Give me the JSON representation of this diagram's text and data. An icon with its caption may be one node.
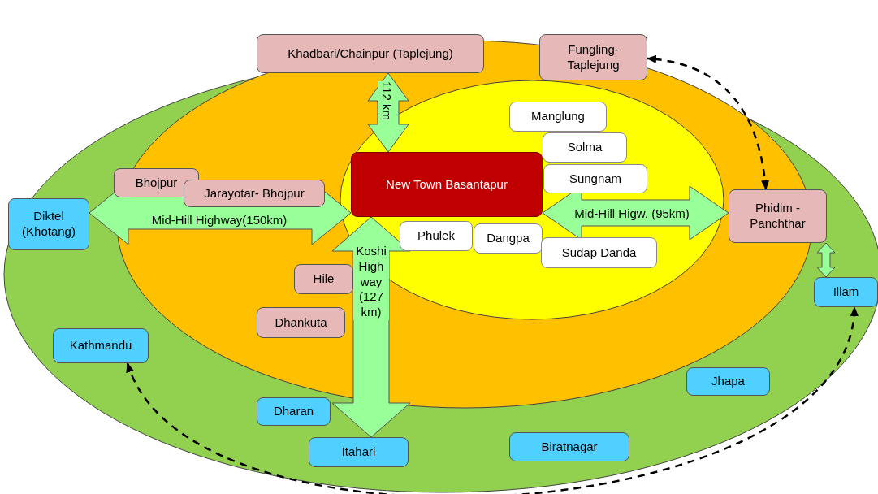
{
  "diagram": {
    "nodes": [
      {
        "text": [
          "Khadbari/Chainpur (Taplejung)"
        ]
      },
      {
        "text": [
          "Fungling- Taplejung"
        ]
      },
      {
        "text": [
          "Manglung"
        ]
      },
      {
        "text": [
          "Solma"
        ]
      },
      {
        "text": [
          "Bhojpur"
        ]
      },
      {
        "text": [
          "New Town Basantapur"
        ]
      },
      {
        "text": [
          "Sungnam"
        ]
      },
      {
        "text": [
          "Jarayotar- Bhojpur"
        ]
      },
      {
        "text": [
          "Diktel (Khotang)"
        ]
      },
      {
        "text": [
          "Phidim - Panchthar"
        ]
      },
      {
        "text": [
          "Phulek"
        ]
      },
      {
        "text": [
          "Dangpa"
        ]
      },
      {
        "text": [
          "Sudap Danda"
        ]
      },
      {
        "text": [
          "Hile"
        ]
      },
      {
        "text": [
          "Illam"
        ]
      },
      {
        "text": [
          "Dhankuta"
        ]
      },
      {
        "text": [
          "Kathmandu"
        ]
      },
      {
        "text": [
          "Jhapa"
        ]
      },
      {
        "text": [
          "Dharan"
        ]
      },
      {
        "text": [
          "Biratnagar"
        ]
      },
      {
        "text": [
          "Itahari"
        ]
      }
    ],
    "edges": [
      {
        "from": 0,
        "to": 5,
        "arrow": "both",
        "label": "112 km",
        "style": "thick"
      },
      {
        "from": 8,
        "to": 5,
        "arrow": "both",
        "label": "Mid-Hill Highway(150km)",
        "style": "thick"
      },
      {
        "from": 5,
        "to": 9,
        "arrow": "both",
        "label": "Mid-Hill Higw. (95km)",
        "style": "thick"
      },
      {
        "from": 5,
        "to": 20,
        "arrow": "both",
        "label": "Koshi High way (127 km)",
        "style": "thick"
      },
      {
        "from": 9,
        "to": 1,
        "arrow": "both",
        "style": "dashed",
        "color": "#000000"
      },
      {
        "from": 9,
        "to": 14,
        "arrow": "both",
        "style": "thick"
      },
      {
        "from": 16,
        "to": 14,
        "arrow": "both",
        "style": "dashed",
        "color": "#000000"
      }
    ]
  }
}
